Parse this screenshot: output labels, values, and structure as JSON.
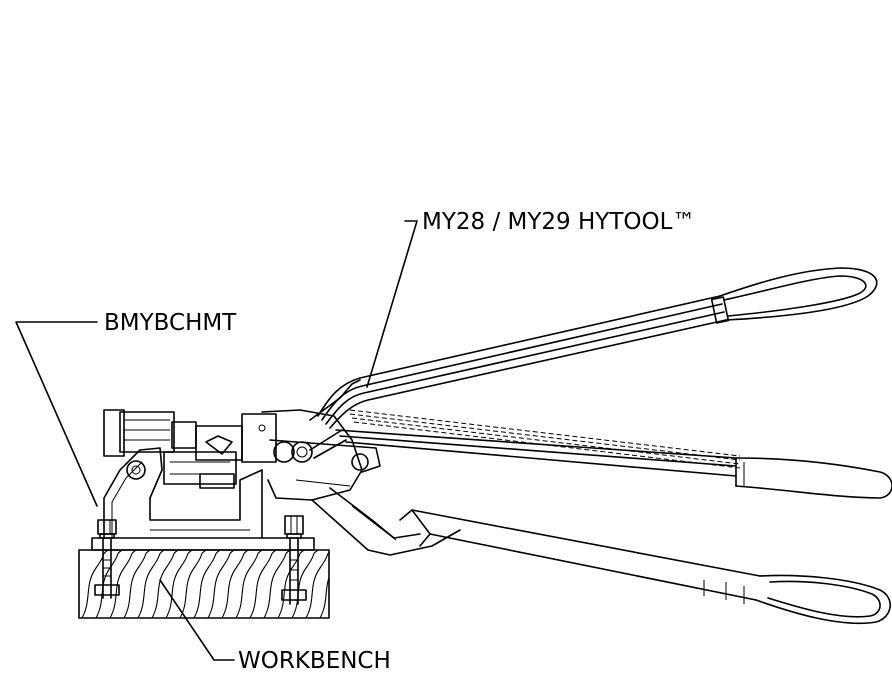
{
  "labels": {
    "tool": "MY28 / MY29 HYTOOL™",
    "mount": "BMYBCHMT",
    "bench": "WORKBENCH"
  },
  "colors": {
    "line": "#000000",
    "background": "#ffffff"
  }
}
